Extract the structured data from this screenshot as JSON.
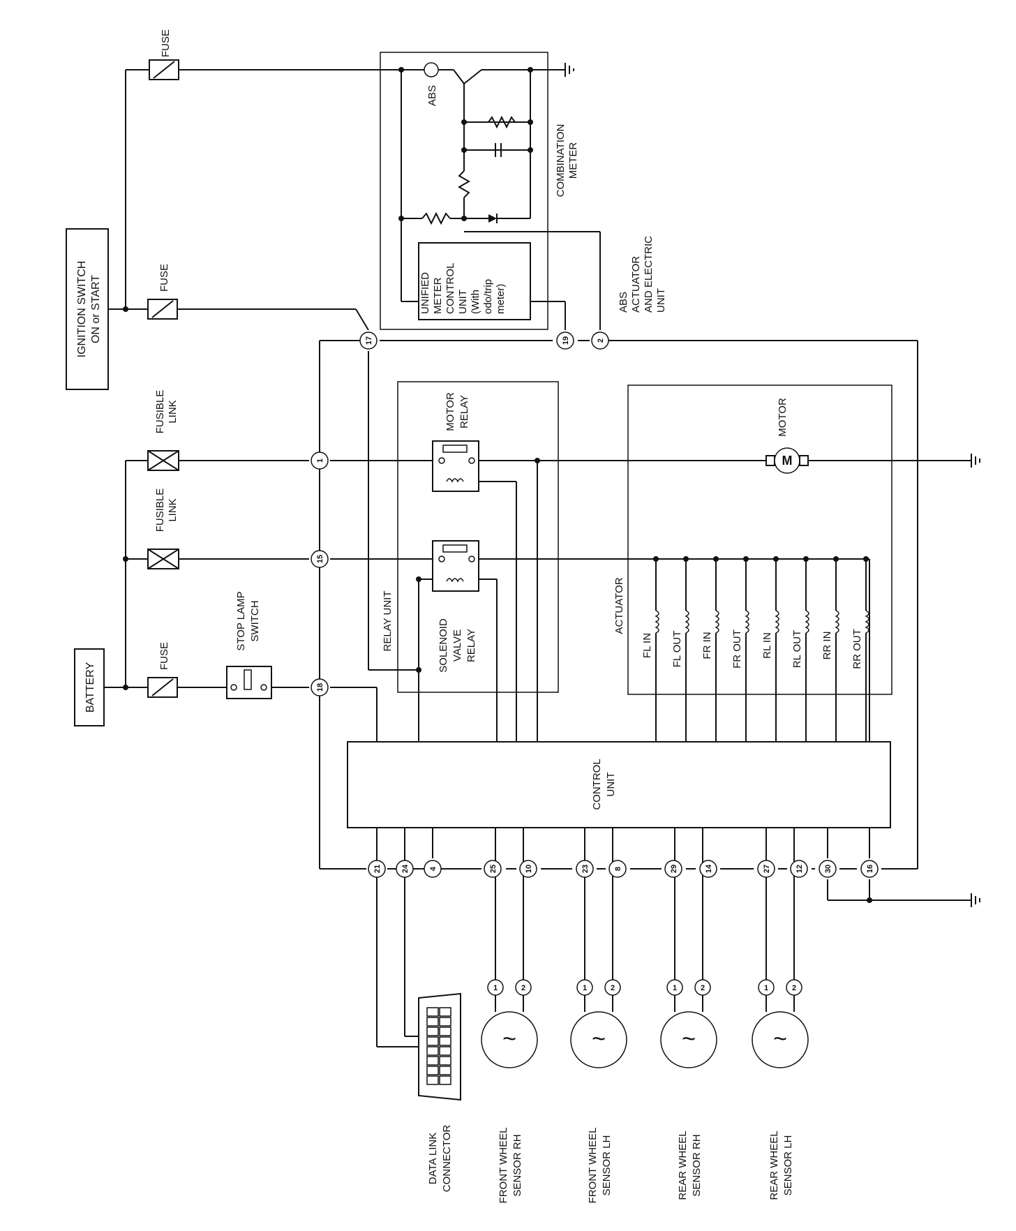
{
  "labels": {
    "battery": "BATTERY",
    "ignition_1": "IGNITION SWITCH",
    "ignition_2": "ON or START",
    "fuse": "FUSE",
    "fusible_1": "FUSIBLE",
    "fusible_2": "LINK",
    "stop_lamp_1": "STOP LAMP",
    "stop_lamp_2": "SWITCH",
    "combination_1": "COMBINATION",
    "combination_2": "METER",
    "abs": "ABS",
    "umcu_lines": [
      "UNIFIED",
      "METER",
      "CONTROL",
      "UNIT",
      "(With",
      "odo/trip",
      "meter)"
    ],
    "abs_unit_lines": [
      "ABS",
      "ACTUATOR",
      "AND ELECTRIC",
      "UNIT"
    ],
    "relay_unit": "RELAY UNIT",
    "motor_relay_1": "MOTOR",
    "motor_relay_2": "RELAY",
    "solenoid_1": "SOLENOID",
    "solenoid_2": "VALVE",
    "solenoid_3": "RELAY",
    "motor": "MOTOR",
    "motor_symbol": "M",
    "actuator": "ACTUATOR",
    "control_1": "CONTROL",
    "control_2": "UNIT",
    "data_link_1": "DATA LINK",
    "data_link_2": "CONNECTOR",
    "sensors": [
      {
        "line1": "FRONT WHEEL",
        "line2": "SENSOR RH"
      },
      {
        "line1": "FRONT WHEEL",
        "line2": "SENSOR LH"
      },
      {
        "line1": "REAR WHEEL",
        "line2": "SENSOR RH"
      },
      {
        "line1": "REAR WHEEL",
        "line2": "SENSOR LH"
      }
    ]
  },
  "actuator_coils": [
    "FL IN",
    "FL OUT",
    "FR IN",
    "FR OUT",
    "RL IN",
    "RL OUT",
    "RR IN",
    "RR OUT"
  ],
  "pins": {
    "p17": "17",
    "p19": "19",
    "p2": "2",
    "p1": "1",
    "p15": "15",
    "p18": "18",
    "p21": "21",
    "p24": "24",
    "p4": "4",
    "p25": "25",
    "p10": "10",
    "p23": "23",
    "p8": "8",
    "p29": "29",
    "p14": "14",
    "p27": "27",
    "p12": "12",
    "p30": "30",
    "p16": "16"
  },
  "sensor_pins": [
    "1",
    "2"
  ],
  "wave_glyph": "~"
}
